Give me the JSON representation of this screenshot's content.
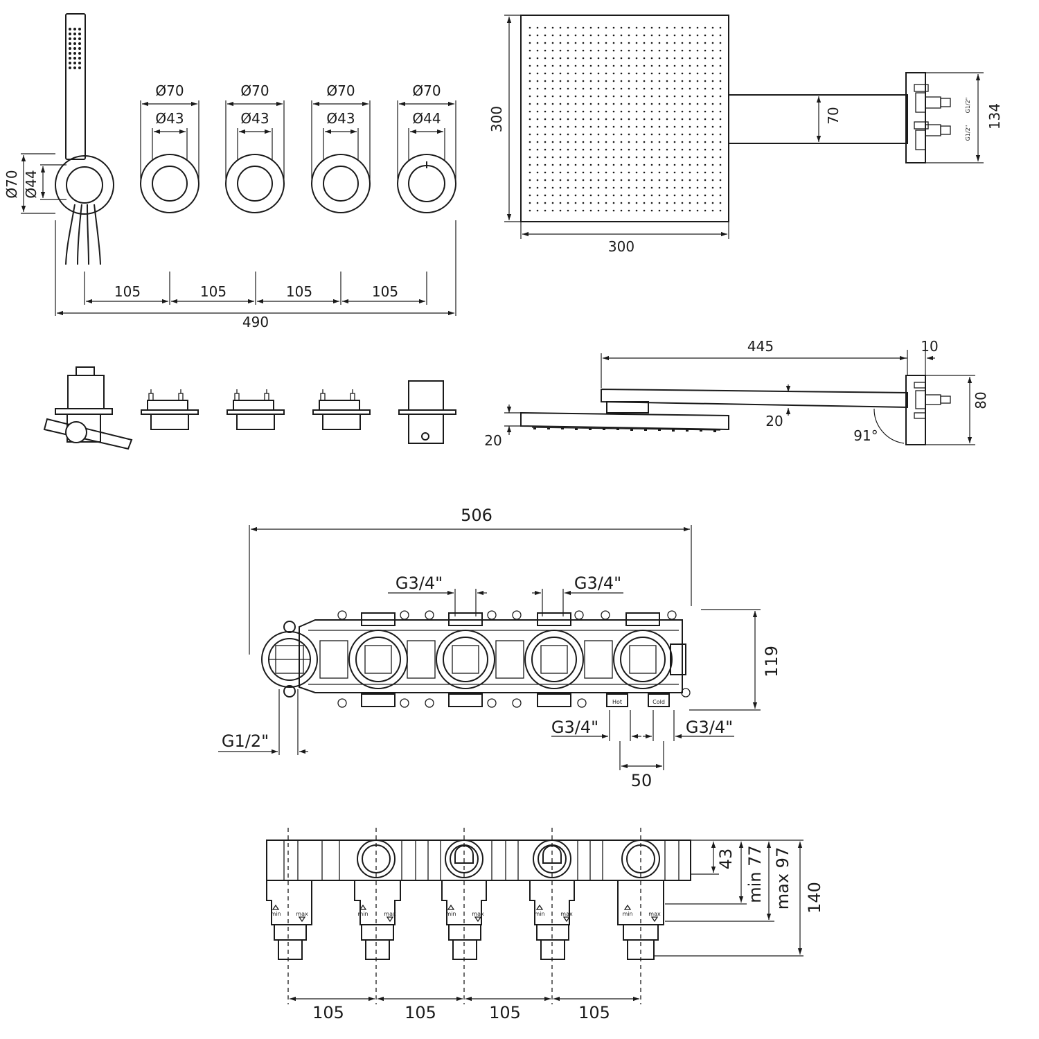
{
  "colors": {
    "ink": "#1a1a1a",
    "background": "#ffffff"
  },
  "top_view": {
    "dia_outer": "Ø70",
    "dia_inner_1": "Ø43",
    "dia_inner_2": "Ø43",
    "dia_inner_3": "Ø43",
    "dia_inner_4": "Ø44",
    "handshower_outer": "Ø70",
    "handshower_inner": "Ø44",
    "spacing": "105",
    "overall": "490"
  },
  "shower_head": {
    "height": "300",
    "width": "300",
    "arm_height": "70",
    "wall_plate_height": "134",
    "thread": "G1/2\""
  },
  "side_view": {
    "arm_length": "445",
    "plate_depth": "10",
    "plate_height": "80",
    "arm_thickness": "20",
    "head_thickness": "20",
    "angle": "91°"
  },
  "body_top": {
    "overall": "506",
    "outlet_left": "G3/4\"",
    "outlet_right": "G3/4\"",
    "height": "119",
    "inlet_shower": "G1/2\"",
    "hot_inlet": "G3/4\"",
    "cold_inlet": "G3/4\"",
    "inlet_spacing": "50",
    "hot_label": "Hot",
    "cold_label": "Cold"
  },
  "body_front": {
    "d43": "43",
    "min77": "min 77",
    "max97": "max 97",
    "d140": "140",
    "spacing": "105",
    "min_label": "min",
    "max_label": "max"
  }
}
